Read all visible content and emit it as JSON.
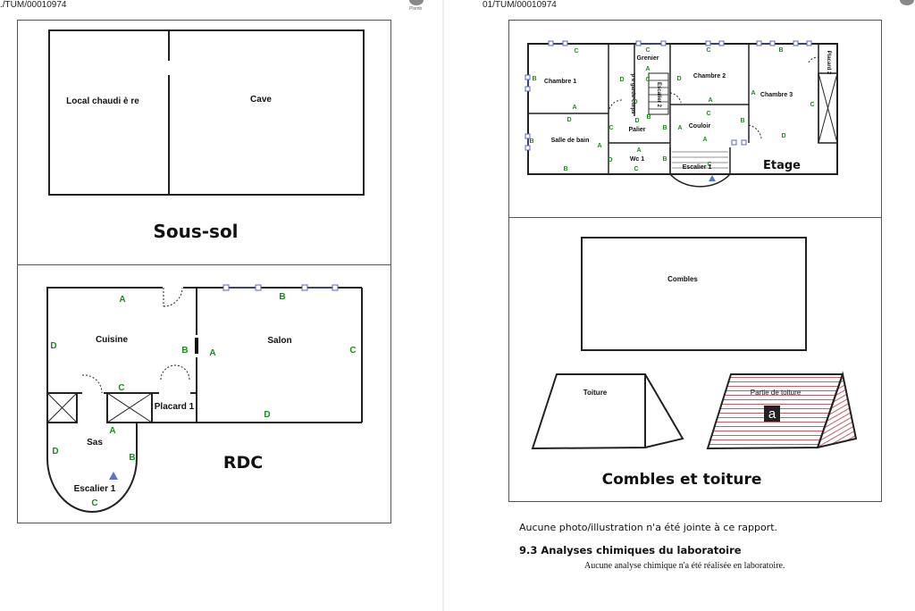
{
  "header": {
    "ref_left": "./TUM/00010974",
    "ref_right": "01/TUM/00010974",
    "logo_text": "Plomb"
  },
  "plans": {
    "sous_sol": {
      "caption": "Sous-sol",
      "rooms": [
        "Local chaudi è re",
        "Cave"
      ]
    },
    "rdc": {
      "caption": "RDC",
      "rooms": [
        "Cuisine",
        "Salon",
        "Placard 1",
        "Sas",
        "Escalier 1"
      ]
    },
    "etage": {
      "caption": "Etage",
      "rooms": [
        "Chambre 1",
        "Grenier",
        "Chambre 2",
        "Chambre 3",
        "Placard 2",
        "Escalier 2",
        "p e garde-corps",
        "Palier",
        "Couloir",
        "Salle de bain",
        "Wc 1",
        "Escalier 1"
      ]
    },
    "combles": {
      "caption": "Combles et toiture",
      "rooms": [
        "Combles",
        "Toiture",
        "Partie de toiture"
      ],
      "marker": "a"
    }
  },
  "footer": {
    "note": "Aucune photo/illustration n'a été jointe à ce rapport.",
    "section_title": "9.3 Analyses chimiques du laboratoire",
    "section_text": "Aucune analyse chimique n'a été réalisée en laboratoire."
  },
  "colors": {
    "wall": "#222222",
    "letter": "#1a8a1a",
    "window": "#5566bb",
    "hatch": "#c0606a"
  }
}
